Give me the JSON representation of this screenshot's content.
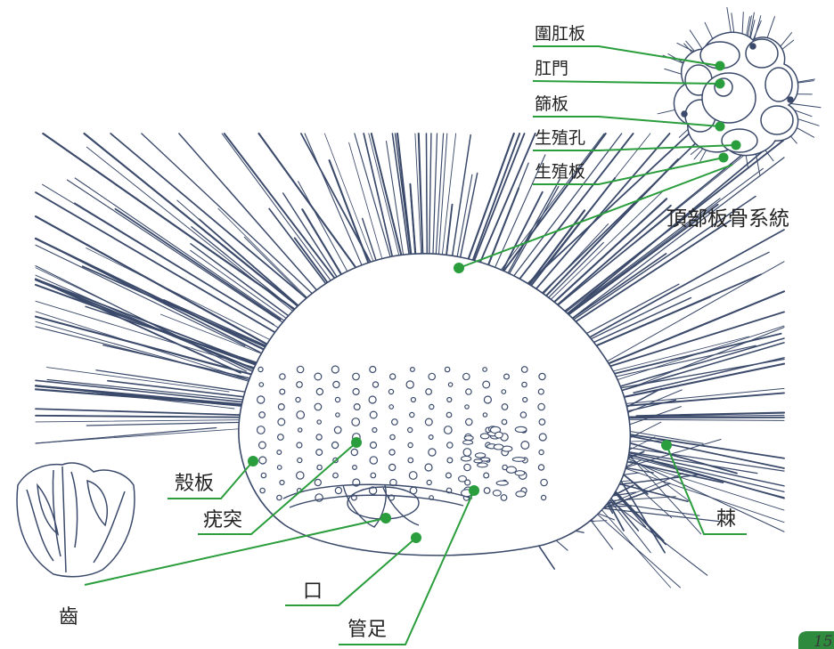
{
  "labels": {
    "periproct_plate": "圍肛板",
    "anus": "肛門",
    "madreporite": "篩板",
    "genital_pore": "生殖孔",
    "genital_plate": "生殖板",
    "apical_system": "頂部板骨系統",
    "test_plate": "殼板",
    "tubercle": "疣突",
    "tooth": "齒",
    "mouth": "口",
    "tube_foot": "管足",
    "spine": "棘"
  },
  "page_number": "15",
  "colors": {
    "leader_line": "#2a9d3c",
    "dot": "#2a9d3c",
    "sketch_ink": "#3b4a6b",
    "page_tab": "#2e8b3d"
  }
}
